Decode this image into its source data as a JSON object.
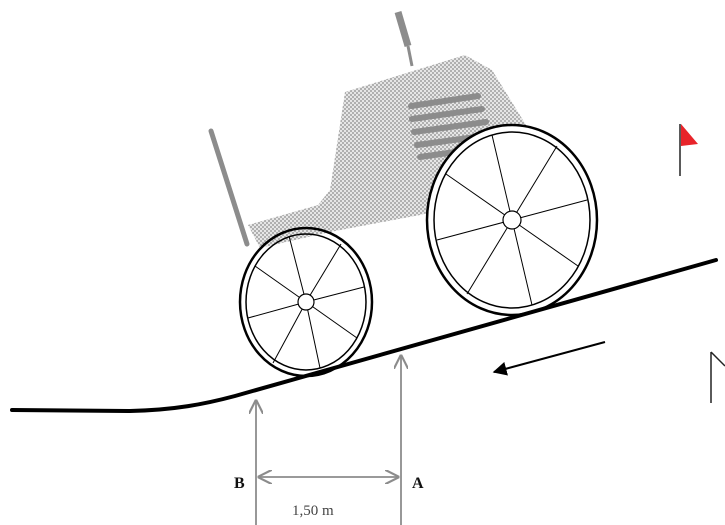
{
  "diagram": {
    "labels": {
      "point_b": "B",
      "point_a": "A",
      "distance": "1,50 m"
    },
    "icons": [
      "tractor-icon",
      "red-flag-icon",
      "flag-outline-icon",
      "direction-arrow-icon"
    ],
    "colors": {
      "line": "#000000",
      "dimension_line": "#8c8c8c",
      "body_fill": "#d9d9d9",
      "exhaust": "#8c8c8c",
      "flag_red": "#e8242a"
    }
  }
}
